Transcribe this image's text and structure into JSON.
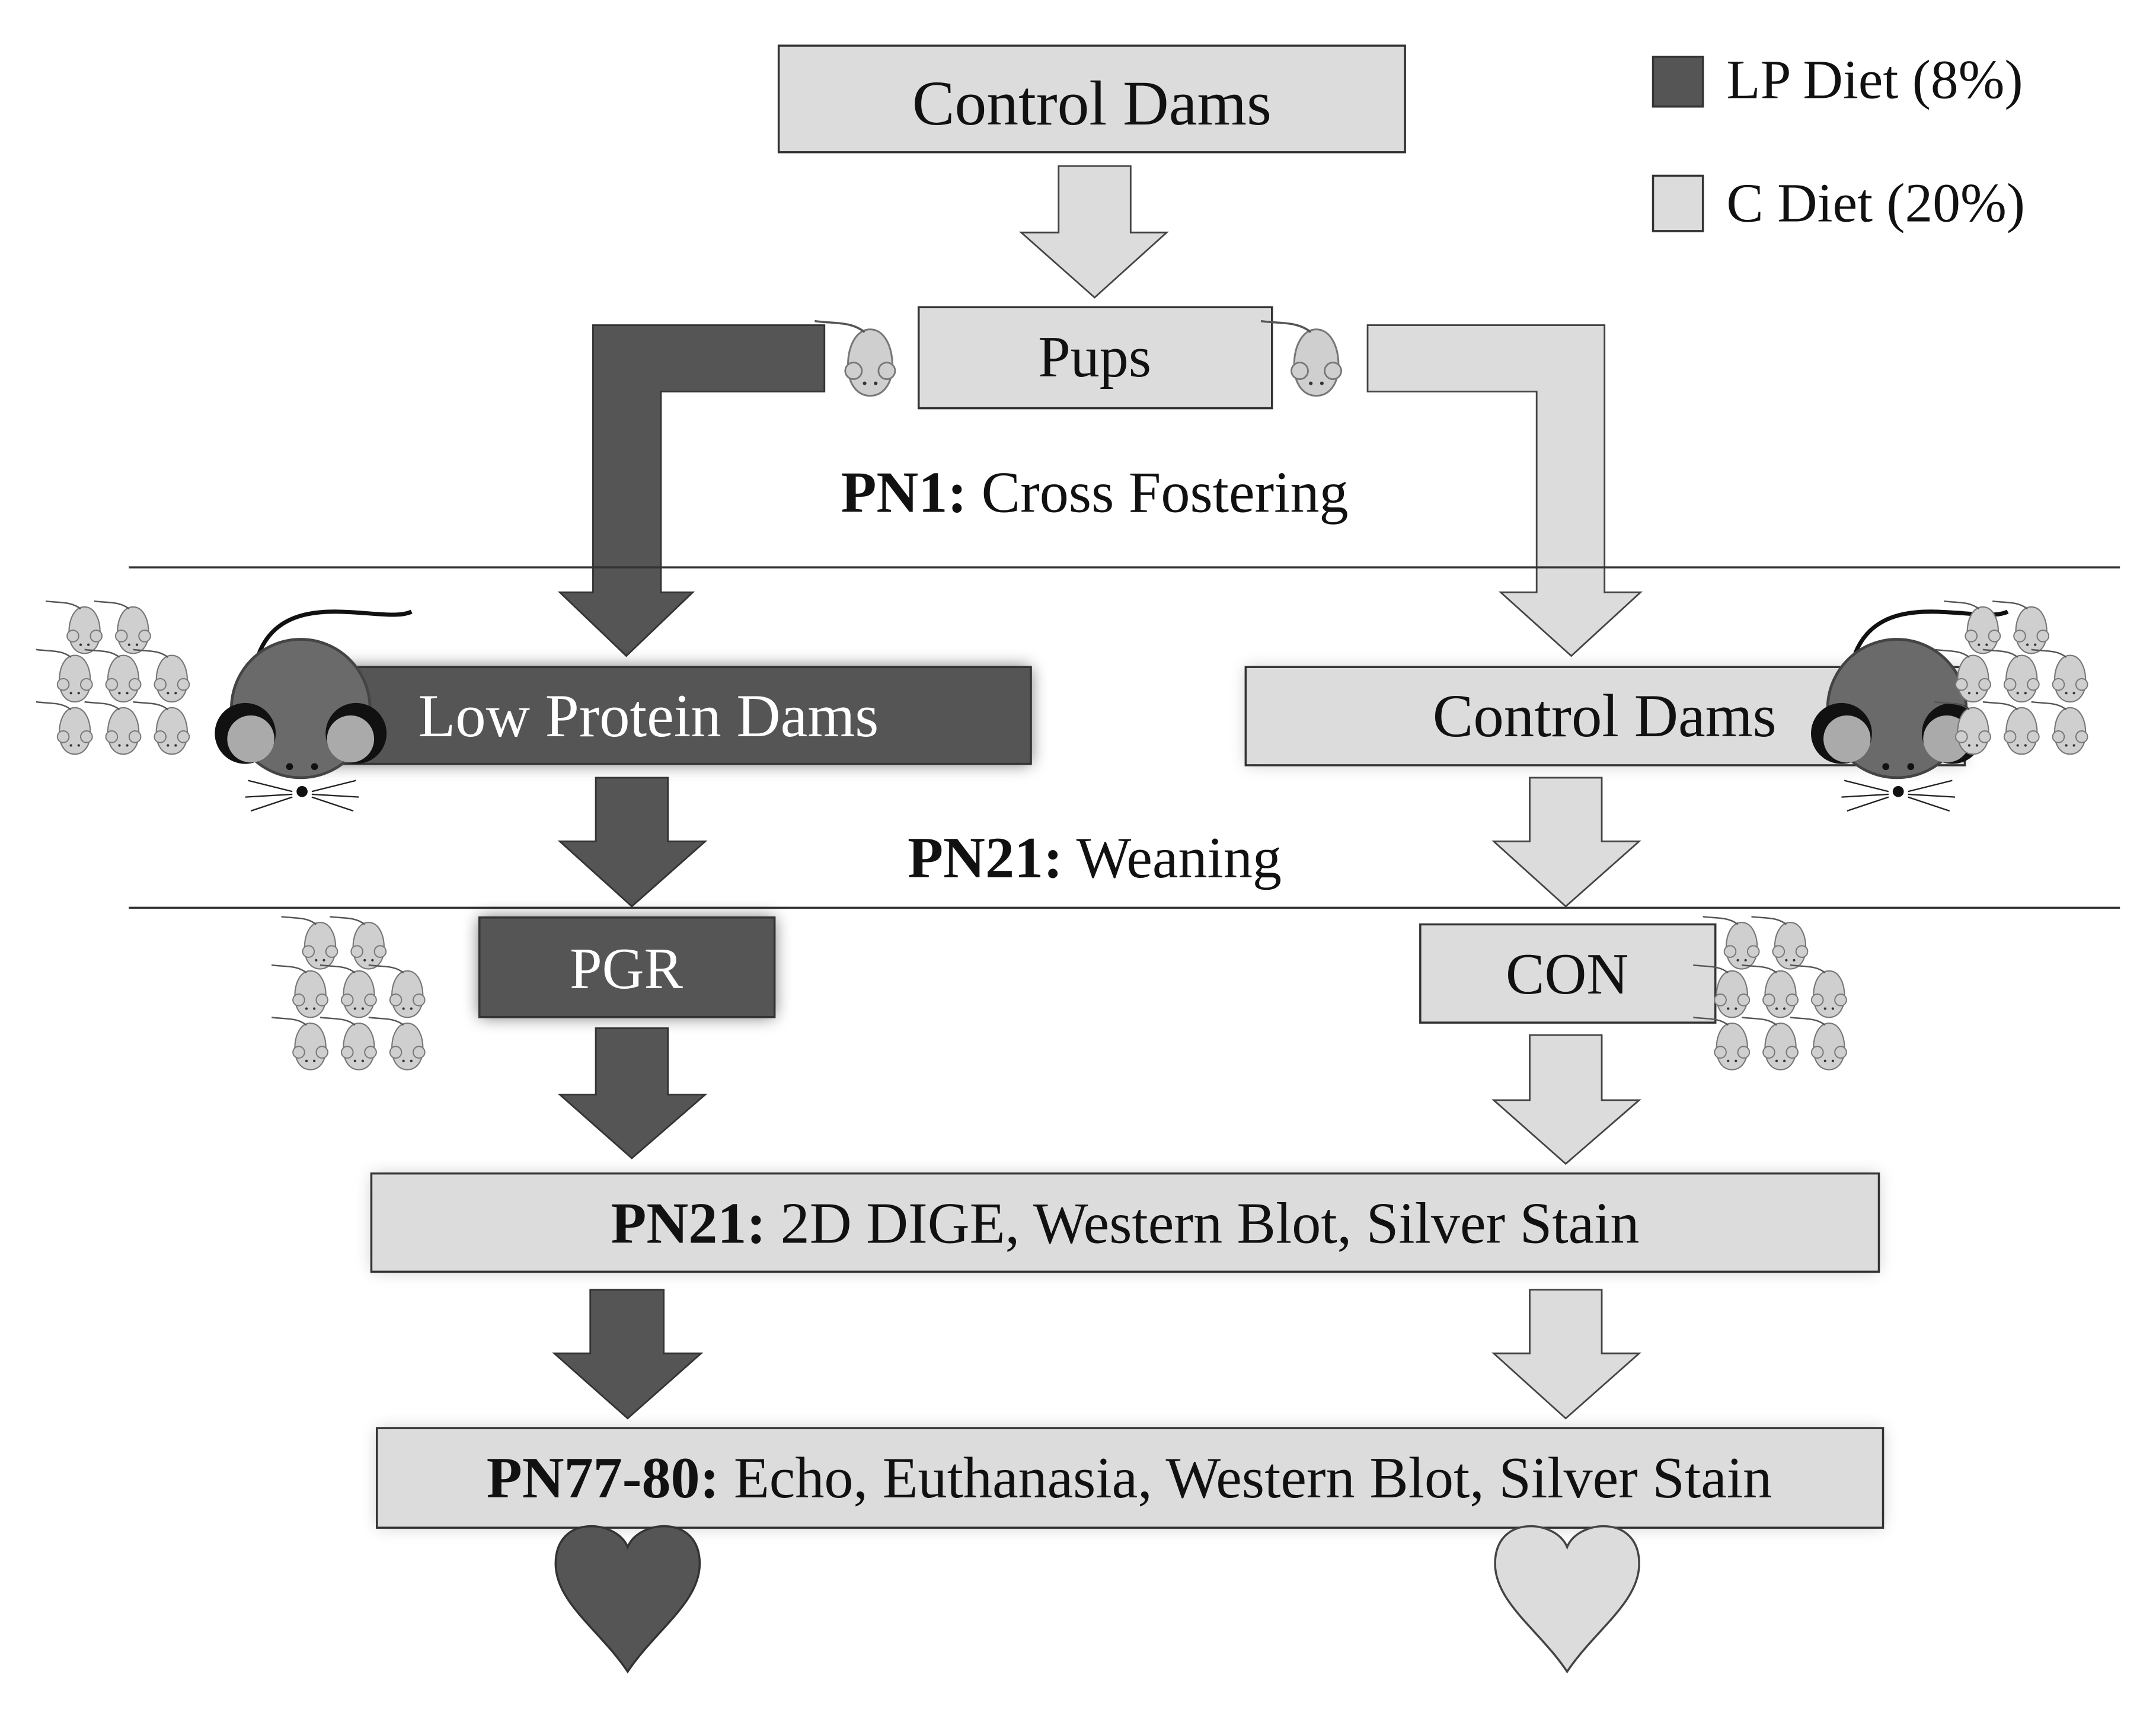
{
  "legend": {
    "lp_label": "LP Diet (8%)",
    "c_label": "C Diet (20%)"
  },
  "boxes": {
    "control_dams_top": "Control Dams",
    "pups": "Pups",
    "low_protein_dams": "Low Protein Dams",
    "control_dams_right": "Control Dams",
    "pgr": "PGR",
    "con": "CON"
  },
  "stages": {
    "pn1_bold": "PN1:",
    "pn1_text": " Cross Fostering",
    "pn21_bold": "PN21:",
    "pn21_text": " Weaning",
    "pn21_analysis_bold": "PN21:",
    "pn21_analysis_text": " 2D DIGE, Western Blot, Silver Stain",
    "pn77_bold": "PN77-80:",
    "pn77_text": " Echo, Euthanasia, Western Blot, Silver Stain"
  },
  "colors": {
    "lp_diet": "#555555",
    "c_diet": "#dcdcdc",
    "outline": "#333333"
  },
  "icons": {
    "pup_mouse": "mouse-pup-icon",
    "dam_mouse": "mouse-dam-icon",
    "litter": "litter-icon",
    "heart": "heart-icon"
  }
}
